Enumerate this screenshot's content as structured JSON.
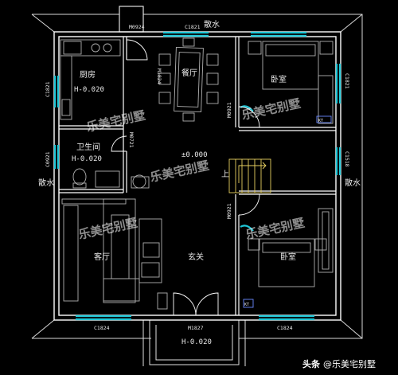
{
  "labels": {
    "top_scatter": "散水",
    "left_scatter": "散水",
    "right_scatter": "散水",
    "kitchen": "厨房",
    "kitchen_level": "H-0.020",
    "dining": "餐厅",
    "bedroom_top": "卧室",
    "bathroom": "卫生间",
    "bathroom_level": "H-0.020",
    "hall_level": "±0.000",
    "up": "上",
    "living": "客厅",
    "foyer": "玄关",
    "bedroom_bottom": "卧室",
    "porch_level": "H-0.020"
  },
  "codes": {
    "m0924": "M0924",
    "c1821_top": "C1821",
    "c1821_left": "C1821",
    "c1821_right": "C1821",
    "m1824": "M1824",
    "m0921_a": "M0921",
    "m0721": "M0721",
    "c0921": "C0921",
    "c1518": "C1518",
    "m0921_b": "M0921",
    "c1824_left": "C1824",
    "c1824_right": "C1824",
    "m1827": "M1827",
    "kt1": "KT",
    "kt2": "KT"
  },
  "watermark": {
    "brand": "乐美宅别墅"
  },
  "footer": {
    "prefix": "头条",
    "handle": "@乐美宅别墅"
  },
  "colors": {
    "wall": "#ffffff",
    "window": "#20c8d8",
    "stair": "#e8d060",
    "furniture": "#b0b0b0",
    "background": "#000000"
  }
}
